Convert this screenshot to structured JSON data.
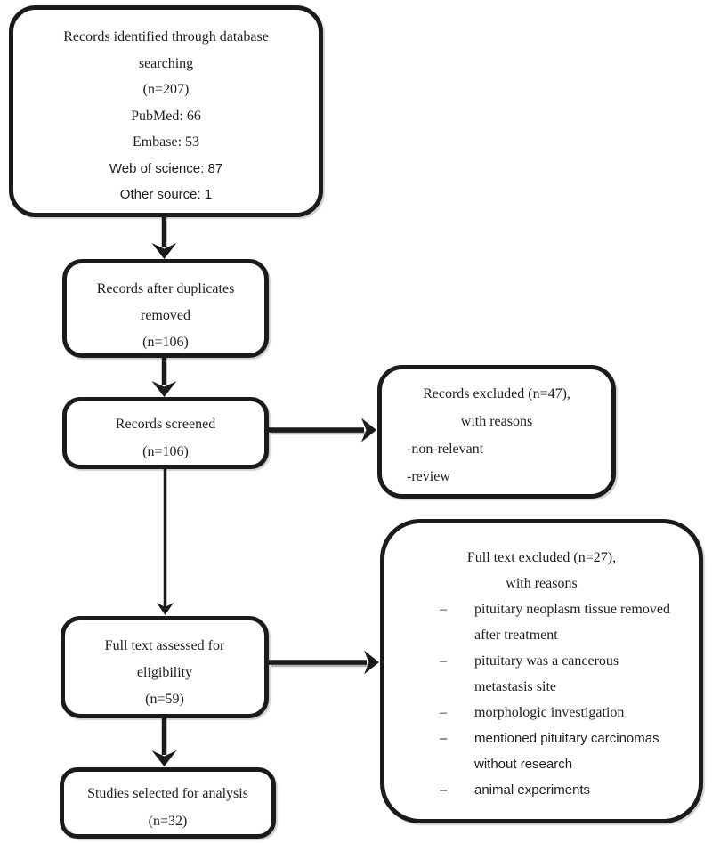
{
  "figure": {
    "type": "prisma-flowchart",
    "bullet_char": "–",
    "colors": {
      "line": "#1b1b1b",
      "shadow": "#b3b3b3",
      "background": "#ffffff",
      "text": "#1e1e1e"
    },
    "boxes": {
      "identified": {
        "lines": [
          "Records identified through database",
          "searching",
          "(n=207)",
          "PubMed: 66",
          "Embase: 53",
          "Web of science: 87",
          "Other source: 1"
        ]
      },
      "duplicates_removed": {
        "lines": [
          "Records after duplicates",
          "removed",
          "(n=106)"
        ]
      },
      "screened": {
        "lines": [
          "Records screened",
          "(n=106)"
        ]
      },
      "records_excluded": {
        "lines": [
          "Records excluded (n=47),",
          "with reasons",
          "-non-relevant",
          "-review"
        ]
      },
      "fulltext_assessed": {
        "lines": [
          "Full text assessed for",
          "eligibility",
          "(n=59)"
        ]
      },
      "fulltext_excluded": {
        "header": [
          "Full text excluded (n=27),",
          "with reasons"
        ],
        "reasons": [
          {
            "lines": [
              "pituitary neoplasm tissue removed",
              "after treatment"
            ]
          },
          {
            "lines": [
              "pituitary was a cancerous",
              "metastasis site"
            ]
          },
          {
            "lines": [
              "morphologic investigation"
            ]
          },
          {
            "lines": [
              "mentioned pituitary carcinomas",
              "without research"
            ]
          },
          {
            "lines": [
              "animal experiments"
            ]
          }
        ]
      },
      "selected": {
        "lines": [
          "Studies selected for analysis",
          "(n=32)"
        ]
      }
    }
  }
}
